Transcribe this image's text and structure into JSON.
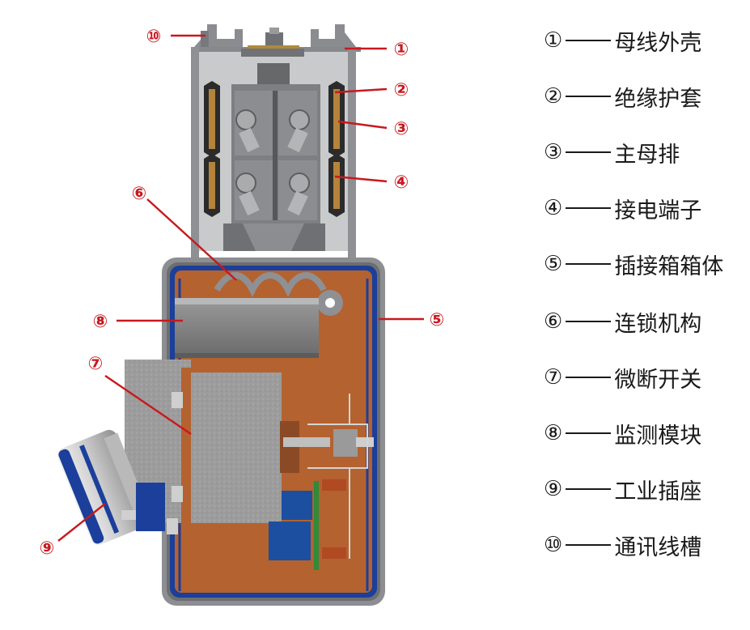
{
  "legend": [
    {
      "num": "①",
      "text": "母线外壳"
    },
    {
      "num": "②",
      "text": "绝缘护套"
    },
    {
      "num": "③",
      "text": "主母排"
    },
    {
      "num": "④",
      "text": "接电端子"
    },
    {
      "num": "⑤",
      "text": "插接箱箱体"
    },
    {
      "num": "⑥",
      "text": "连锁机构"
    },
    {
      "num": "⑦",
      "text": "微断开关"
    },
    {
      "num": "⑧",
      "text": "监测模块"
    },
    {
      "num": "⑨",
      "text": "工业插座"
    },
    {
      "num": "⑩",
      "text": "通讯线槽"
    }
  ],
  "callouts": [
    "⑩",
    "①",
    "②",
    "③",
    "④",
    "⑥",
    "⑧",
    "⑤",
    "⑦",
    "⑨"
  ],
  "colors": {
    "callout_red": "#c8191e",
    "box_copper": "#b4622f",
    "box_blue_gasket": "#1b3f9a",
    "housing_gray": "#8e9094",
    "breaker_gray": "#9a9a9a",
    "socket_silver": "#d6d6d6"
  }
}
